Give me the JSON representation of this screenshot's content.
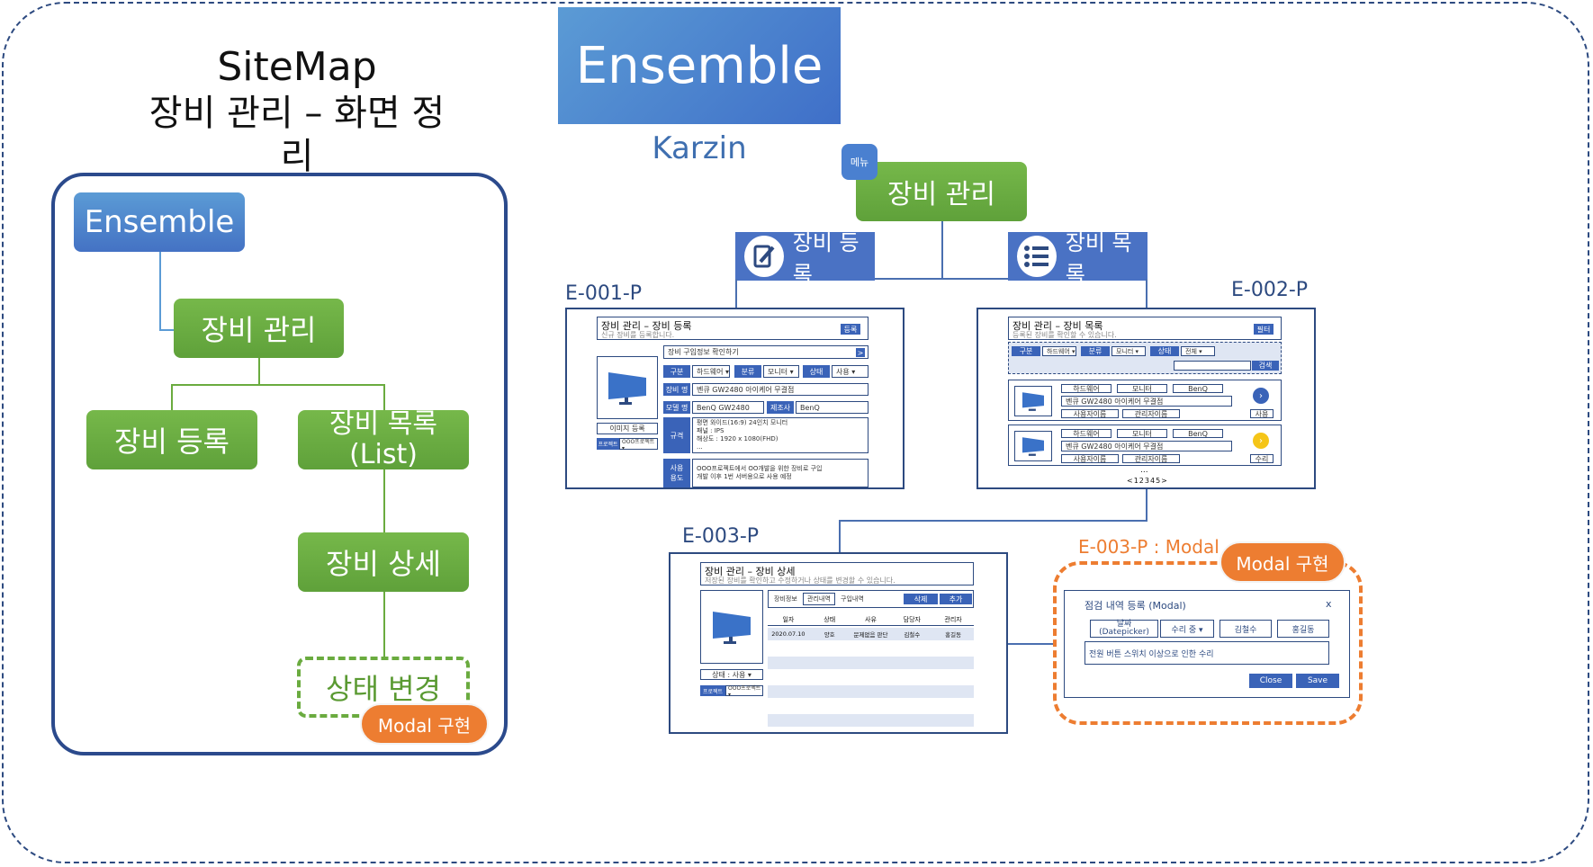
{
  "title": {
    "line1": "SiteMap",
    "line2": "장비 관리 – 화면 정리"
  },
  "brand": {
    "name": "Ensemble",
    "team": "Karzin"
  },
  "sitemap": {
    "root": "Ensemble",
    "main": "장비 관리",
    "register": "장비 등록",
    "list": "장비 목록\n(List)",
    "detail": "장비 상세",
    "status": "상태 변경",
    "modal_badge": "Modal 구현"
  },
  "nav": {
    "menu_tag": "메뉴",
    "main": "장비 관리",
    "register": "장비 등록",
    "list": "장비 목록"
  },
  "codes": {
    "e001": "E-001-P",
    "e002": "E-002-P",
    "e003": "E-003-P",
    "e003m": "E-003-P : Modal"
  },
  "e001": {
    "title": "장비 관리 – 장비 등록",
    "sub": "신규 장비를 등록합니다.",
    "btn": "등록",
    "purchase": "장비 구입정보 확인하기",
    "go": ">",
    "type_lbl": "구분",
    "type_val": "하드웨어 ▾",
    "cat_lbl": "분류",
    "cat_val": "모니터 ▾",
    "state_lbl": "상태",
    "state_val": "사용 ▾",
    "name_lbl": "장비 명",
    "name_val": "벤큐 GW2480 아이케어 무결점",
    "model_lbl": "모델 명",
    "model_val": "BenQ GW2480",
    "maker_lbl": "제조사",
    "maker_val": "BenQ",
    "spec_lbl": "규격",
    "spec_lines": [
      "평면 와이드(16:9) 24인치 모니터",
      "패널 : IPS",
      "해상도 : 1920 x 1080(FHD)",
      "..."
    ],
    "img_btn": "이미지 등록",
    "proj_lbl": "프로젝트",
    "proj_val": "OOO프로젝트 ▾",
    "use_lbl": "사용\n용도",
    "use_lines": [
      "OOO프로젝트에서 OO개발을 위한 장비로 구입",
      "개발 이후 1번 서버용으로 사용 예정"
    ]
  },
  "e002": {
    "title": "장비 관리 – 장비 목록",
    "sub": "등록된 장비를 확인할 수 있습니다.",
    "btn": "필터",
    "f_type": "구분",
    "f_type_val": "하드웨어 ▾",
    "f_cat": "분류",
    "f_cat_val": "모니터 ▾",
    "f_state": "상태",
    "f_state_val": "전체 ▾",
    "search": "검색",
    "items": [
      {
        "type": "하드웨어",
        "cat": "모니터",
        "maker": "BenQ",
        "name": "벤큐 GW2480 아이케어 무결점",
        "user": "사용자이름",
        "admin": "관리자이름",
        "status": "사용"
      },
      {
        "type": "하드웨어",
        "cat": "모니터",
        "maker": "BenQ",
        "name": "벤큐 GW2480 아이케어 무결점",
        "user": "사용자이름",
        "admin": "관리자이름",
        "status": "수리"
      }
    ],
    "ellipsis": "...",
    "pager": "<12345>"
  },
  "e003": {
    "title": "장비 관리 – 장비 상세",
    "sub": "저장된 장비를 확인하고 수정하거나 상태를 변경할 수 있습니다.",
    "tabs": [
      "장비정보",
      "관리내역",
      "구입내역"
    ],
    "del": "삭제",
    "add": "추가",
    "cols": [
      "일자",
      "상태",
      "사유",
      "담당자",
      "관리자"
    ],
    "row": [
      "2020.07.10",
      "양호",
      "문제없음 판단",
      "김철수",
      "홍길동"
    ],
    "state_sel": "상태 : 사용 ▾",
    "proj_lbl": "프로젝트",
    "proj_val": "OOO프로젝트 ▾"
  },
  "modal": {
    "badge": "Modal 구현",
    "title": "점검 내역 등록 (Modal)",
    "close_x": "x",
    "date": "날짜\n(Datepicker)",
    "state": "수리 중 ▾",
    "p1": "김철수",
    "p2": "홍길동",
    "memo": "전원 버튼 스위치 이상으로 인한 수리",
    "close": "Close",
    "save": "Save"
  },
  "colors": {
    "green": "#6aab3f",
    "blue": "#4472c4",
    "navy": "#2d4a80",
    "orange": "#ed7d31"
  }
}
